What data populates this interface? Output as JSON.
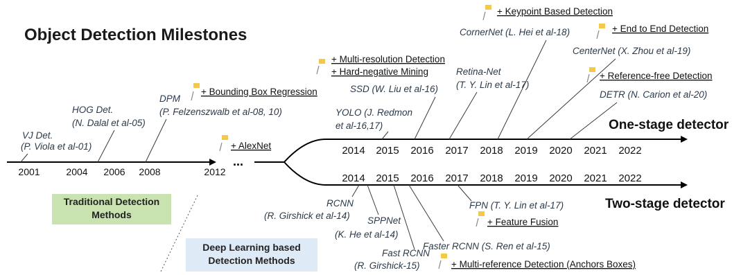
{
  "title": "Object Detection Milestones",
  "colors": {
    "flag": "#f2c94c",
    "traditional_box": "#c9e3b0",
    "deep_box": "#deeaf6",
    "paper_text": "#2b3a4a"
  },
  "early_years": [
    "2001",
    "2004",
    "2006",
    "2008",
    "2012"
  ],
  "ellipsis": "...",
  "one_stage": {
    "label": "One-stage detector",
    "years": [
      "2014",
      "2015",
      "2016",
      "2017",
      "2018",
      "2019",
      "2020",
      "2021",
      "2022"
    ]
  },
  "two_stage": {
    "label": "Two-stage detector",
    "years": [
      "2014",
      "2015",
      "2016",
      "2017",
      "2018",
      "2019",
      "2020",
      "2021",
      "2022"
    ]
  },
  "papers": {
    "vj": [
      "VJ Det.",
      "(P. Viola et al-01)"
    ],
    "hog": [
      "HOG Det.",
      "(N. Dalal et al-05)"
    ],
    "dpm": [
      "DPM",
      "(P. Felzenszwalb et al-08, 10)"
    ],
    "yolo": [
      "YOLO (J. Redmon",
      "et al-16,17)"
    ],
    "ssd": "SSD (W. Liu et al-16)",
    "retina": [
      "Retina-Net",
      "(T. Y. Lin et al-17)"
    ],
    "cornernet": "CornerNet (L. Hei et al-18)",
    "centernet": "CenterNet (X. Zhou et al-19)",
    "detr": "DETR (N. Carion et al-20)",
    "rcnn": [
      "RCNN",
      "(R. Girshick et al-14)"
    ],
    "sppnet": [
      "SPPNet",
      "(K. He et al-14)"
    ],
    "fastrcnn": [
      "Fast RCNN",
      "(R. Girshick-15)"
    ],
    "fasterrcnn": "Faster RCNN (S. Ren et al-15)",
    "fpn": "FPN (T. Y. Lin et al-17)"
  },
  "contributions": {
    "bbox_regression": "+ Bounding Box Regression",
    "alexnet": "+ AlexNet",
    "multires": "+ Multi-resolution Detection",
    "hardneg": "+ Hard-negative Mining",
    "keypoint": "+ Keypoint Based Detection",
    "end_to_end": "+ End to End Detection",
    "ref_free": "+ Reference-free Detection",
    "feature_fusion": "+ Feature Fusion",
    "multiref": "+ Multi-reference Detection (Anchors Boxes)"
  },
  "boxes": {
    "traditional": [
      "Traditional Detection",
      "Methods"
    ],
    "deep": [
      "Deep Learning based",
      "Detection Methods"
    ]
  }
}
